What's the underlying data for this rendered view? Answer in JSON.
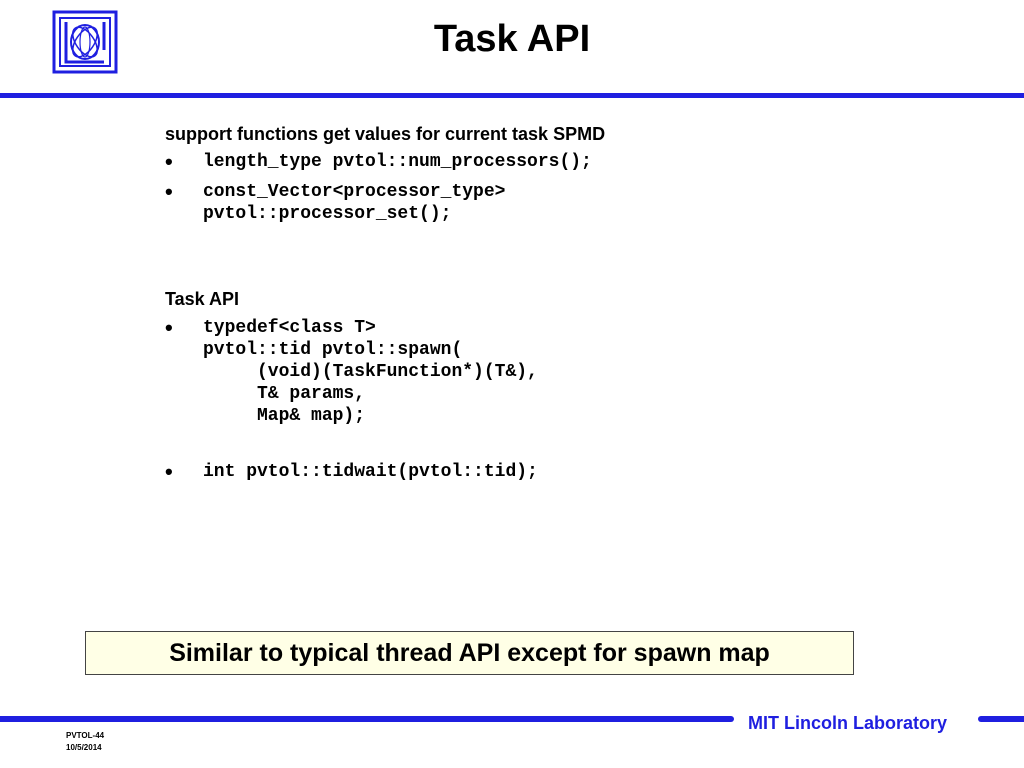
{
  "header": {
    "title": "Task API",
    "logo": "mit-ll-logo"
  },
  "sections": [
    {
      "heading": "support functions get values for current task SPMD",
      "bullets": [
        "length_type pvtol::num_processors();",
        "const_Vector<processor_type>\npvtol::processor_set();"
      ]
    },
    {
      "heading": "Task API",
      "bullets": [
        "typedef<class T>\npvtol::tid pvtol::spawn(\n     (void)(TaskFunction*)(T&),\n     T& params,\n     Map& map);",
        "int pvtol::tidwait(pvtol::tid);"
      ]
    }
  ],
  "callout": {
    "text": "Similar to typical thread API except for spawn map"
  },
  "footer": {
    "lab_name": "MIT Lincoln Laboratory",
    "slide_id": "PVTOL-44",
    "date": "10/5/2014"
  },
  "colors": {
    "rule_blue": "#1f1fe0",
    "callout_bg": "#ffffe6"
  }
}
